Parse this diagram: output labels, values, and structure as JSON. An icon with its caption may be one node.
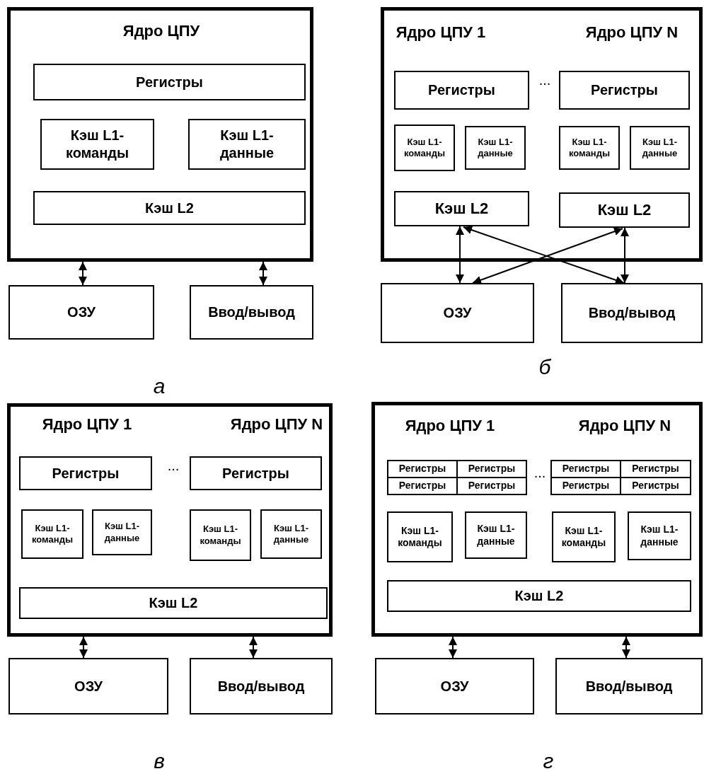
{
  "diagram": {
    "nodes": [
      {
        "text": [
          "Ядро ЦПУ"
        ]
      },
      {
        "text": [
          "Регистры"
        ],
        "in": 0
      },
      {
        "text": [
          "Кэш L1- команды"
        ],
        "in": 0
      },
      {
        "text": [
          "Кэш L1- данные"
        ],
        "in": 0
      },
      {
        "text": [
          "Кэш L2"
        ],
        "in": 0
      },
      {
        "text": [
          "ОЗУ"
        ]
      },
      {
        "text": [
          "Ввод/вывод"
        ]
      },
      {
        "text": [
          "Ядро ЦПУ 1",
          "Ядро ЦПУ N"
        ]
      },
      {
        "text": [
          "Регистры"
        ],
        "in": 7
      },
      {
        "text": [
          "Регистры"
        ],
        "in": 7
      },
      {
        "text": [
          "Кэш L1- команды"
        ],
        "in": 7
      },
      {
        "text": [
          "Кэш L1- данные"
        ],
        "in": 7
      },
      {
        "text": [
          "Кэш L1- команды"
        ],
        "in": 7
      },
      {
        "text": [
          "Кэш L1- данные"
        ],
        "in": 7
      },
      {
        "text": [
          "Кэш L2"
        ],
        "in": 7
      },
      {
        "text": [
          "Кэш L2"
        ],
        "in": 7
      },
      {
        "text": [
          "ОЗУ"
        ]
      },
      {
        "text": [
          "Ввод/вывод"
        ]
      },
      {
        "text": [
          "Ядро ЦПУ 1",
          "Ядро ЦПУ N"
        ]
      },
      {
        "text": [
          "Регистры"
        ],
        "in": 18
      },
      {
        "text": [
          "Регистры"
        ],
        "in": 18
      },
      {
        "text": [
          "Кэш L1- команды"
        ],
        "in": 18
      },
      {
        "text": [
          "Кэш L1- данные"
        ],
        "in": 18
      },
      {
        "text": [
          "Кэш L1- команды"
        ],
        "in": 18
      },
      {
        "text": [
          "Кэш L1- данные"
        ],
        "in": 18
      },
      {
        "text": [
          "Кэш L2"
        ],
        "in": 18
      },
      {
        "text": [
          "ОЗУ"
        ]
      },
      {
        "text": [
          "Ввод/вывод"
        ]
      },
      {
        "text": [
          "Ядро ЦПУ 1",
          "Ядро ЦПУ N"
        ]
      },
      {
        "text": [
          "Регистры"
        ],
        "in": 28
      },
      {
        "text": [
          "Регистры"
        ],
        "in": 28
      },
      {
        "text": [
          "Регистры"
        ],
        "in": 28
      },
      {
        "text": [
          "Регистры"
        ],
        "in": 28
      },
      {
        "text": [
          "Регистры"
        ],
        "in": 28
      },
      {
        "text": [
          "Регистры"
        ],
        "in": 28
      },
      {
        "text": [
          "Регистры"
        ],
        "in": 28
      },
      {
        "text": [
          "Регистры"
        ],
        "in": 28
      },
      {
        "text": [
          "Кэш L1- команды"
        ],
        "in": 28
      },
      {
        "text": [
          "Кэш L1- данные"
        ],
        "in": 28
      },
      {
        "text": [
          "Кэш L1- команды"
        ],
        "in": 28
      },
      {
        "text": [
          "Кэш L1- данные"
        ],
        "in": 28
      },
      {
        "text": [
          "Кэш L2"
        ],
        "in": 28
      },
      {
        "text": [
          "ОЗУ"
        ]
      },
      {
        "text": [
          "Ввод/вывод"
        ]
      }
    ],
    "edges": [
      {
        "from": 0,
        "to": 5,
        "arrow": "both"
      },
      {
        "from": 0,
        "to": 6,
        "arrow": "both"
      },
      {
        "from": 14,
        "to": 16,
        "arrow": "both"
      },
      {
        "from": 15,
        "to": 17,
        "arrow": "both"
      },
      {
        "from": 14,
        "to": 17,
        "arrow": "both"
      },
      {
        "from": 15,
        "to": 16,
        "arrow": "both"
      },
      {
        "from": 18,
        "to": 26,
        "arrow": "both"
      },
      {
        "from": 18,
        "to": 27,
        "arrow": "both"
      },
      {
        "from": 28,
        "to": 42,
        "arrow": "both"
      },
      {
        "from": 28,
        "to": 43,
        "arrow": "both"
      }
    ],
    "labels": [
      "...",
      "а",
      "б",
      "...",
      "...",
      "в",
      "г"
    ]
  }
}
